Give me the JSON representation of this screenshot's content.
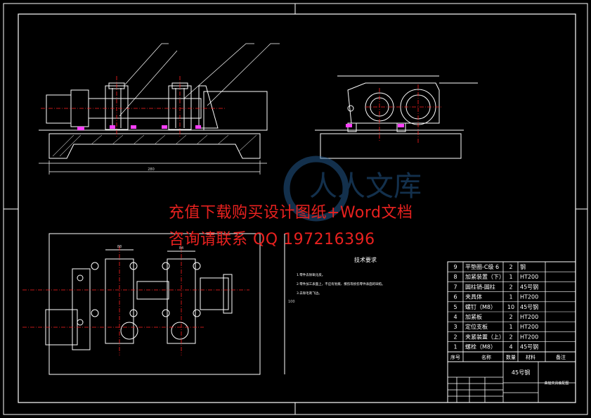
{
  "watermark": {
    "line1": "充值下载购买设计图纸+Word文档",
    "line2": "咨询请联系 QQ 197216396",
    "logo_text": "人人文库"
  },
  "tech_requirements": {
    "title": "技术要求",
    "items": [
      "1.零件去除氧化皮。",
      "2.零件加工表面上，不应有划痕、擦伤等损伤零件表面的缺陷。",
      "3.去除毛刺飞边。"
    ]
  },
  "dimensions": {
    "front_overall": "280",
    "top_width_1": "88",
    "top_width_2": "84",
    "side_height": "100"
  },
  "bom": {
    "header": {
      "no": "序号",
      "name": "名称",
      "qty": "数量",
      "material": "材料",
      "remark": "备注"
    },
    "rows": [
      {
        "no": "9",
        "name": "平垫圈-C级 6",
        "qty": "2",
        "material": "钢"
      },
      {
        "no": "8",
        "name": "加紧装置（下）",
        "qty": "1",
        "material": "HT200"
      },
      {
        "no": "7",
        "name": "圆柱销-圆柱",
        "qty": "2",
        "material": "45号钢"
      },
      {
        "no": "6",
        "name": "夹具体",
        "qty": "1",
        "material": "HT200"
      },
      {
        "no": "5",
        "name": "螺钉（M8）",
        "qty": "10",
        "material": "45号钢"
      },
      {
        "no": "4",
        "name": "加紧板",
        "qty": "2",
        "material": "HT200"
      },
      {
        "no": "3",
        "name": "定位支板",
        "qty": "1",
        "material": "HT200"
      },
      {
        "no": "2",
        "name": "夹紧装置（上）",
        "qty": "2",
        "material": "HT200"
      },
      {
        "no": "1",
        "name": "螺栓（M8）",
        "qty": "4",
        "material": "45号钢"
      }
    ]
  },
  "title_block": {
    "material": "45号钢",
    "drawing_name": "曲轴夹具装配图"
  },
  "colors": {
    "background": "#000000",
    "line": "#ffffff",
    "accent": "#ff2020",
    "highlight": "#ff40ff",
    "dimension": "#d0d0d0"
  }
}
